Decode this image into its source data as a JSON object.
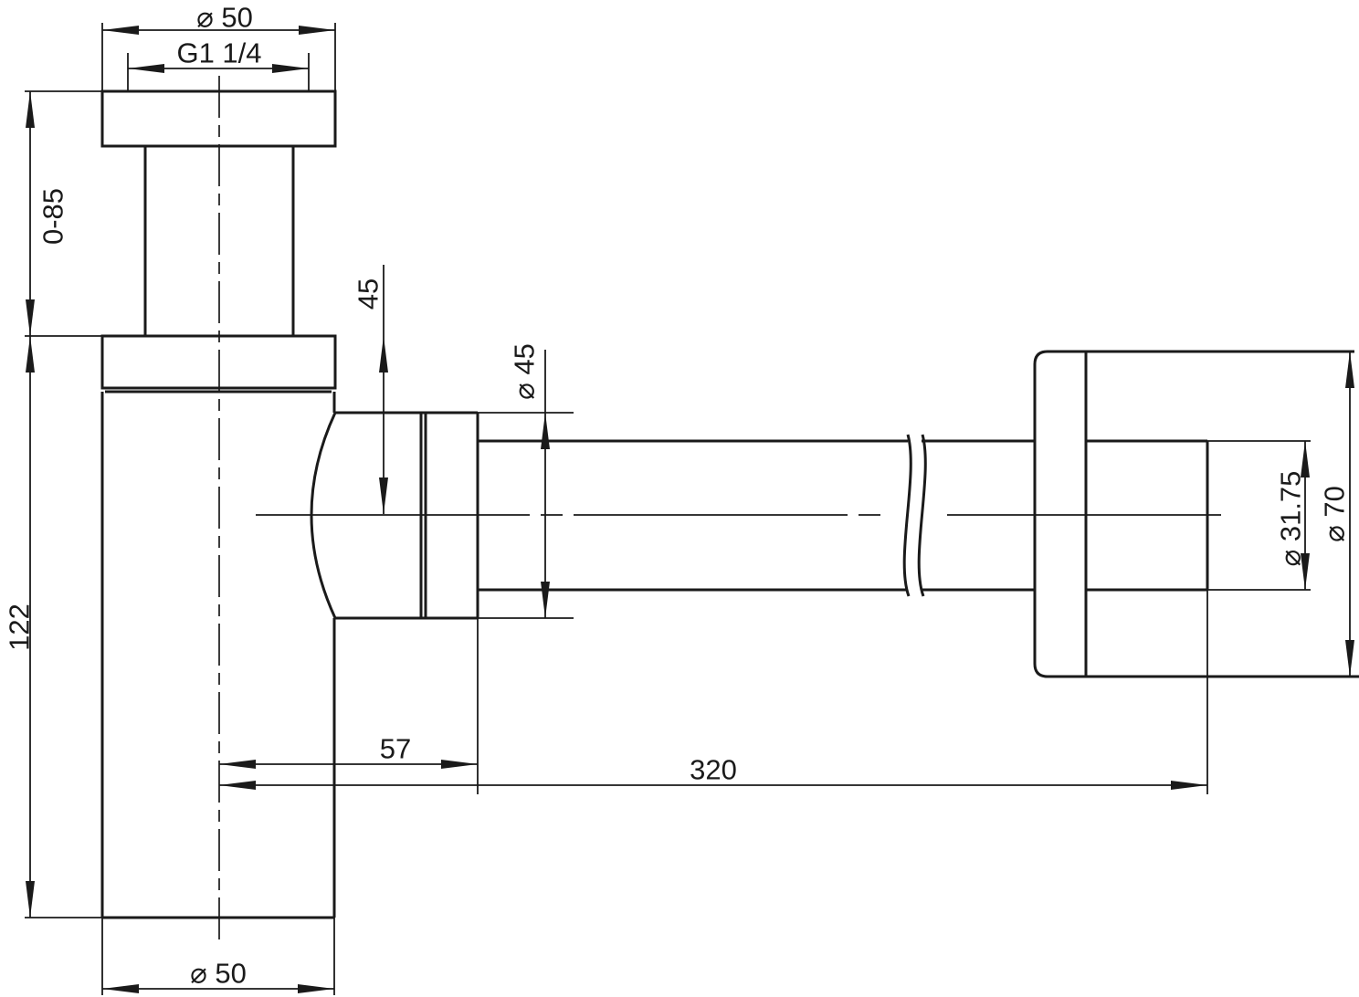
{
  "drawing": {
    "kind": "technical-dimension-drawing",
    "colors": {
      "line": "#1a1a1a",
      "background": "#ffffff"
    },
    "dims": {
      "top_diameter": "⌀ 50",
      "thread": "G1 1/4",
      "height_range": "0-85",
      "body_height": "122",
      "flange_to_outlet_center": "45",
      "outlet_nut_diameter": "⌀ 45",
      "pipe_diameter": "⌀ 31.75",
      "wall_flange_diameter": "⌀ 70",
      "body_to_nut_length": "57",
      "pipe_length": "320",
      "body_diameter": "⌀ 50"
    }
  }
}
